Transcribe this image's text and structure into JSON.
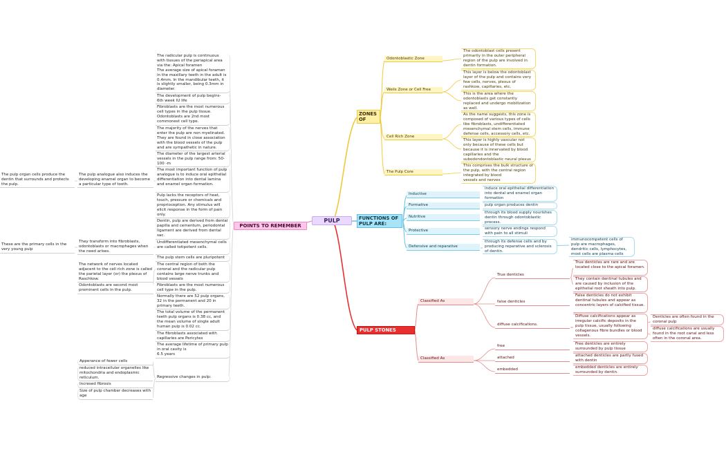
{
  "root": {
    "label": "PULP"
  },
  "points": {
    "label": "POINTS TO REMEMBER",
    "items": [
      "The radicular pulp is continuous with tissues of the periapical area via the: Apical foramen\nThe average size of apical foramen in the maxillary teeth in the adult is 0.4mm. In the mandibular teeth, it is slightly smaller, being 0.3mm in diameter.",
      "The development of pulp begins- 6th week IU life",
      "Fibroblasts are the most numerous cell types in the pulp tissue. Odontoblasts are 2nd most commonest cell type.",
      "The majority of the nerves that enter the pulp are non myelinated. They are found in close association with the blood vessels of the pulp and are sympathetic in nature.",
      "The diameter of the largest arterial vessels in the pulp range from: 50-100 -m",
      "The most important function of pulp analogue is to induce oral epithelial differentiation into dental lamina and enamel organ formation.",
      "Pulp lacks the receptors of heat, touch, pressure or chemicals and proprioception. Any stimulus will elicit response in the form of pain only.",
      "Dentin, pulp are derived from dental papilla and cementum, periodontal ligament are derived from dental sac.",
      "Undifferentiated mesenchymal cells are called totipotent cells.",
      "The pulp stem cells are pluripotent",
      "The central region of both the coronal and the radicular pulp contains large nerve trunks and blood vessels",
      "Fibroblasts are the most numerous cell type in the pulp.",
      "Normally there are 52 pulp organs, 32 in the permanent and 20 in primary teeth.",
      " The total volume of the permanent teeth pulp organs is 0.38 cc, and the mean volume of single adult human pulp is 0.02 cc.",
      " The fibroblasts associated with capillaries are Pericytes",
      "The average lifetime of primary pulp in oral cavity is\n6.5 years",
      "Regressive changes in pulp:"
    ],
    "left_items": {
      "analogue": "The pulp analogue also induces the developing enamel organ to become a particular type of tooth.",
      "organ_cells": "The pulp organ cells produce the dentin that surrounds and protects the pulp.",
      "transform": "They transform into fibroblasts, odontoblasts or macrophages when the need arises.",
      "primary_cells": "These are the primary cells in the very young pulp",
      "network": "The network of nerves located adjacent to the cell rich zone is called the parietal layer (or) the plexus of Raschkow.",
      "odontoblasts": "Odontoblasts are second most prominent cells in the pulp."
    },
    "regressive": [
      "Apperance of fewer cells",
      " reduced intracellular organelles like mitochondria and endoplasmic reticulum.",
      "Incresed fibrosis",
      "Size of pulp chamber decreases with age"
    ]
  },
  "zones": {
    "label": "ZONES OF PULP",
    "items": [
      {
        "name": "Odontoblastic Zone",
        "desc": "The odontoblast cells present primarily in the outer peripheral region of the pulp are involved in dentin formation."
      },
      {
        "name": "Weils Zone or Cell Free Zone",
        "desc": "This layer is below the odontoblast layer of the pulp and contains very few cells, nerves, plexus of rashkow, capillaries, etc.",
        "desc2": "This is the area where the odontoblasts get constantly replaced and undergo mobilization as well."
      },
      {
        "name": "Cell Rich Zone",
        "desc": "As the name suggests, this zone is composed of various types of cells like fibroblasts, undifferentiated mesenchymal stem cells, immune defense cells, accessory cells, etc.",
        "desc2": "This layer is highly vascular not only because of these cells but because it is innervated by blood capillaries and the subodondontoblastic neural plexus"
      },
      {
        "name": "The Pulp Core",
        "desc": "This comprises the bulk structure of the pulp, with the central region integrated by blood\nvessels and nerves"
      }
    ]
  },
  "functions": {
    "label": "FUNCTIONS OF PULP ARE:",
    "items": [
      {
        "name": "Inductive",
        "desc": "induce oral epithelial differentiation into dental and enamel organ formation"
      },
      {
        "name": "Formative",
        "desc": "pulp organ produces dentin"
      },
      {
        "name": "Nutritive",
        "desc": "through its blood supply nourishes dentin through odontoblastic process."
      },
      {
        "name": "Protective",
        "desc": "sensory nerve endings  respond with pain to all stimuli"
      },
      {
        "name": "Defensive and reparative",
        "desc": "through its defense cells and by producing reparative and sclerosis of dentin.",
        "extra": "immunocompetent cells of pulp are macrophages, dendritic cells, lymphocytes, most cells are plasma cells"
      }
    ]
  },
  "stones": {
    "label": "PULP STONES",
    "groups": [
      {
        "label": "Classified As",
        "items": [
          {
            "name": "True denticles",
            "desc": [
              "True denticles are rare and are located close to the apical foramen.",
              "They contain dentinal tubules and are caused by inclusion of the epithelial root sheath into pulp."
            ]
          },
          {
            "name": "false denticles",
            "desc": [
              "False denticles do not exhibit dentinal tubules and appear as concentric layers of calcified tissue."
            ]
          },
          {
            "name": "diffuse calcifications.",
            "desc": [
              "Diffuse calcifications appear as irregular calcific deposits in the pulp tissue, usually following collagenous fibre bundles or blood vessels."
            ],
            "extra": [
              "Denticles are often found in the coronal pulp",
              "diffuse calcifications are usually found in the root canal and less often in the coronal area."
            ]
          }
        ]
      },
      {
        "label": "Classified As",
        "items": [
          {
            "name": "free",
            "desc": [
              "Free denticles are entirely surrounded by pulp tissue"
            ]
          },
          {
            "name": " attached",
            "desc": [
              "attached denticles are partly fused with dentin"
            ]
          },
          {
            "name": "embedded",
            "desc": [
              "embedded denticles are entirely surrounded by dentin."
            ]
          }
        ]
      }
    ]
  },
  "colors": {
    "yellow": "#f0c93a",
    "blue": "#62c1e4",
    "red": "#e72f2f",
    "pink": "#e98ccc",
    "purple": "#c9a9f5",
    "gray": "#c8c8c8"
  }
}
